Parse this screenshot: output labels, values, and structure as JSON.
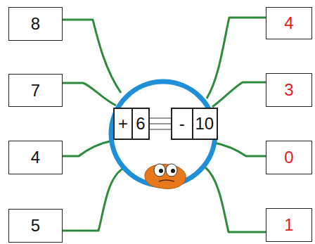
{
  "diagram": {
    "nodes": [
      {
        "text": [
          "8"
        ]
      },
      {
        "text": [
          "4"
        ]
      },
      {
        "text": [
          "7"
        ]
      },
      {
        "text": [
          "3"
        ]
      },
      {
        "text": [
          "+",
          "6"
        ]
      },
      {
        "text": [
          "-",
          "10"
        ]
      },
      {
        "text": [
          "4"
        ]
      },
      {
        "text": [
          "0"
        ]
      },
      {
        "text": [
          "5"
        ]
      },
      {
        "text": [
          "1"
        ]
      }
    ],
    "edges": [
      {
        "from": 4,
        "to": 5,
        "arrow": "none"
      }
    ]
  }
}
